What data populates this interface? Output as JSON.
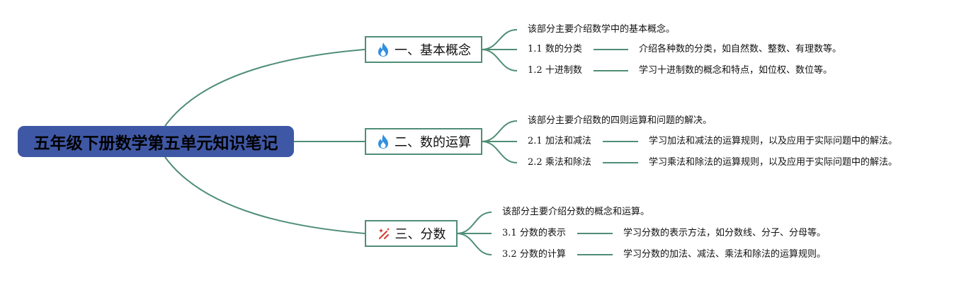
{
  "root": {
    "title": "五年级下册数学第五单元知识笔记"
  },
  "branches": [
    {
      "title": "一、基本概念",
      "icon": "flame-icon",
      "intro": "该部分主要介绍数学中的基本概念。",
      "items": [
        {
          "num": "1.1",
          "label": "数的分类",
          "desc": "介绍各种数的分类，如自然数、整数、有理数等。"
        },
        {
          "num": "1.2",
          "label": "十进制数",
          "desc": "学习十进制数的概念和特点，如位权、数位等。"
        }
      ]
    },
    {
      "title": "二、数的运算",
      "icon": "flame-icon",
      "intro": "该部分主要介绍数的四则运算和问题的解决。",
      "items": [
        {
          "num": "2.1",
          "label": "加法和减法",
          "desc": "学习加法和减法的运算规则，以及应用于实际问题中的解法。"
        },
        {
          "num": "2.2",
          "label": "乘法和除法",
          "desc": "学习乘法和除法的运算规则，以及应用于实际问题中的解法。"
        }
      ]
    },
    {
      "title": "三、分数",
      "icon": "sparkle-wand-icon",
      "intro": "该部分主要介绍分数的概念和运算。",
      "items": [
        {
          "num": "3.1",
          "label": "分数的表示",
          "desc": "学习分数的表示方法，如分数线、分子、分母等。"
        },
        {
          "num": "3.2",
          "label": "分数的计算",
          "desc": "学习分数的加法、减法、乘法和除法的运算规则。"
        }
      ]
    }
  ],
  "colors": {
    "root_fill": "#3f58a5",
    "connector": "#4f8e76",
    "flame": "#2f8fe0",
    "wand": "#d63a2f"
  }
}
